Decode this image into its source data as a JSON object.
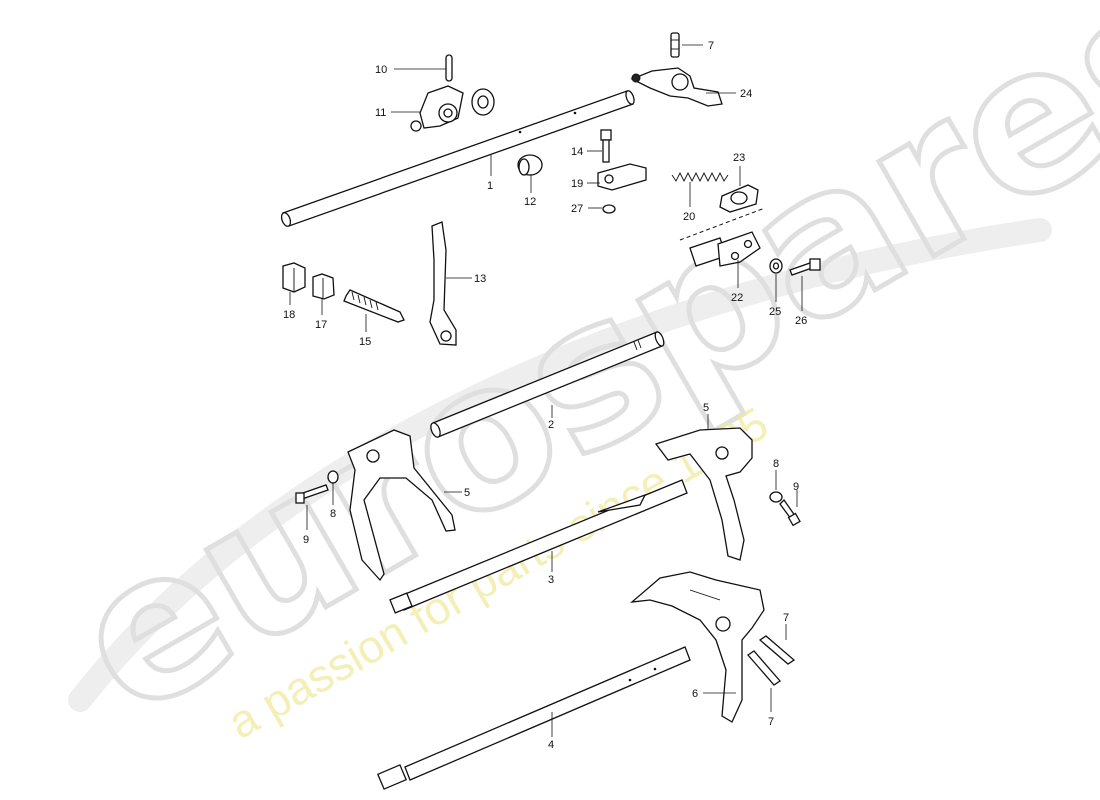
{
  "watermark": {
    "logo_text": "eurospares",
    "tagline": "a passion for parts since 1985"
  },
  "callouts": {
    "c1": "1",
    "c2": "2",
    "c3": "3",
    "c4": "4",
    "c5a": "5",
    "c5b": "5",
    "c6": "6",
    "c7a": "7",
    "c7b": "7",
    "c7c": "7",
    "c8a": "8",
    "c8b": "8",
    "c9a": "9",
    "c9b": "9",
    "c10": "10",
    "c11": "11",
    "c12": "12",
    "c13": "13",
    "c14": "14",
    "c15": "15",
    "c17": "17",
    "c18": "18",
    "c19": "19",
    "c20": "20",
    "c22": "22",
    "c23": "23",
    "c24": "24",
    "c25": "25",
    "c26": "26",
    "c27": "27"
  }
}
